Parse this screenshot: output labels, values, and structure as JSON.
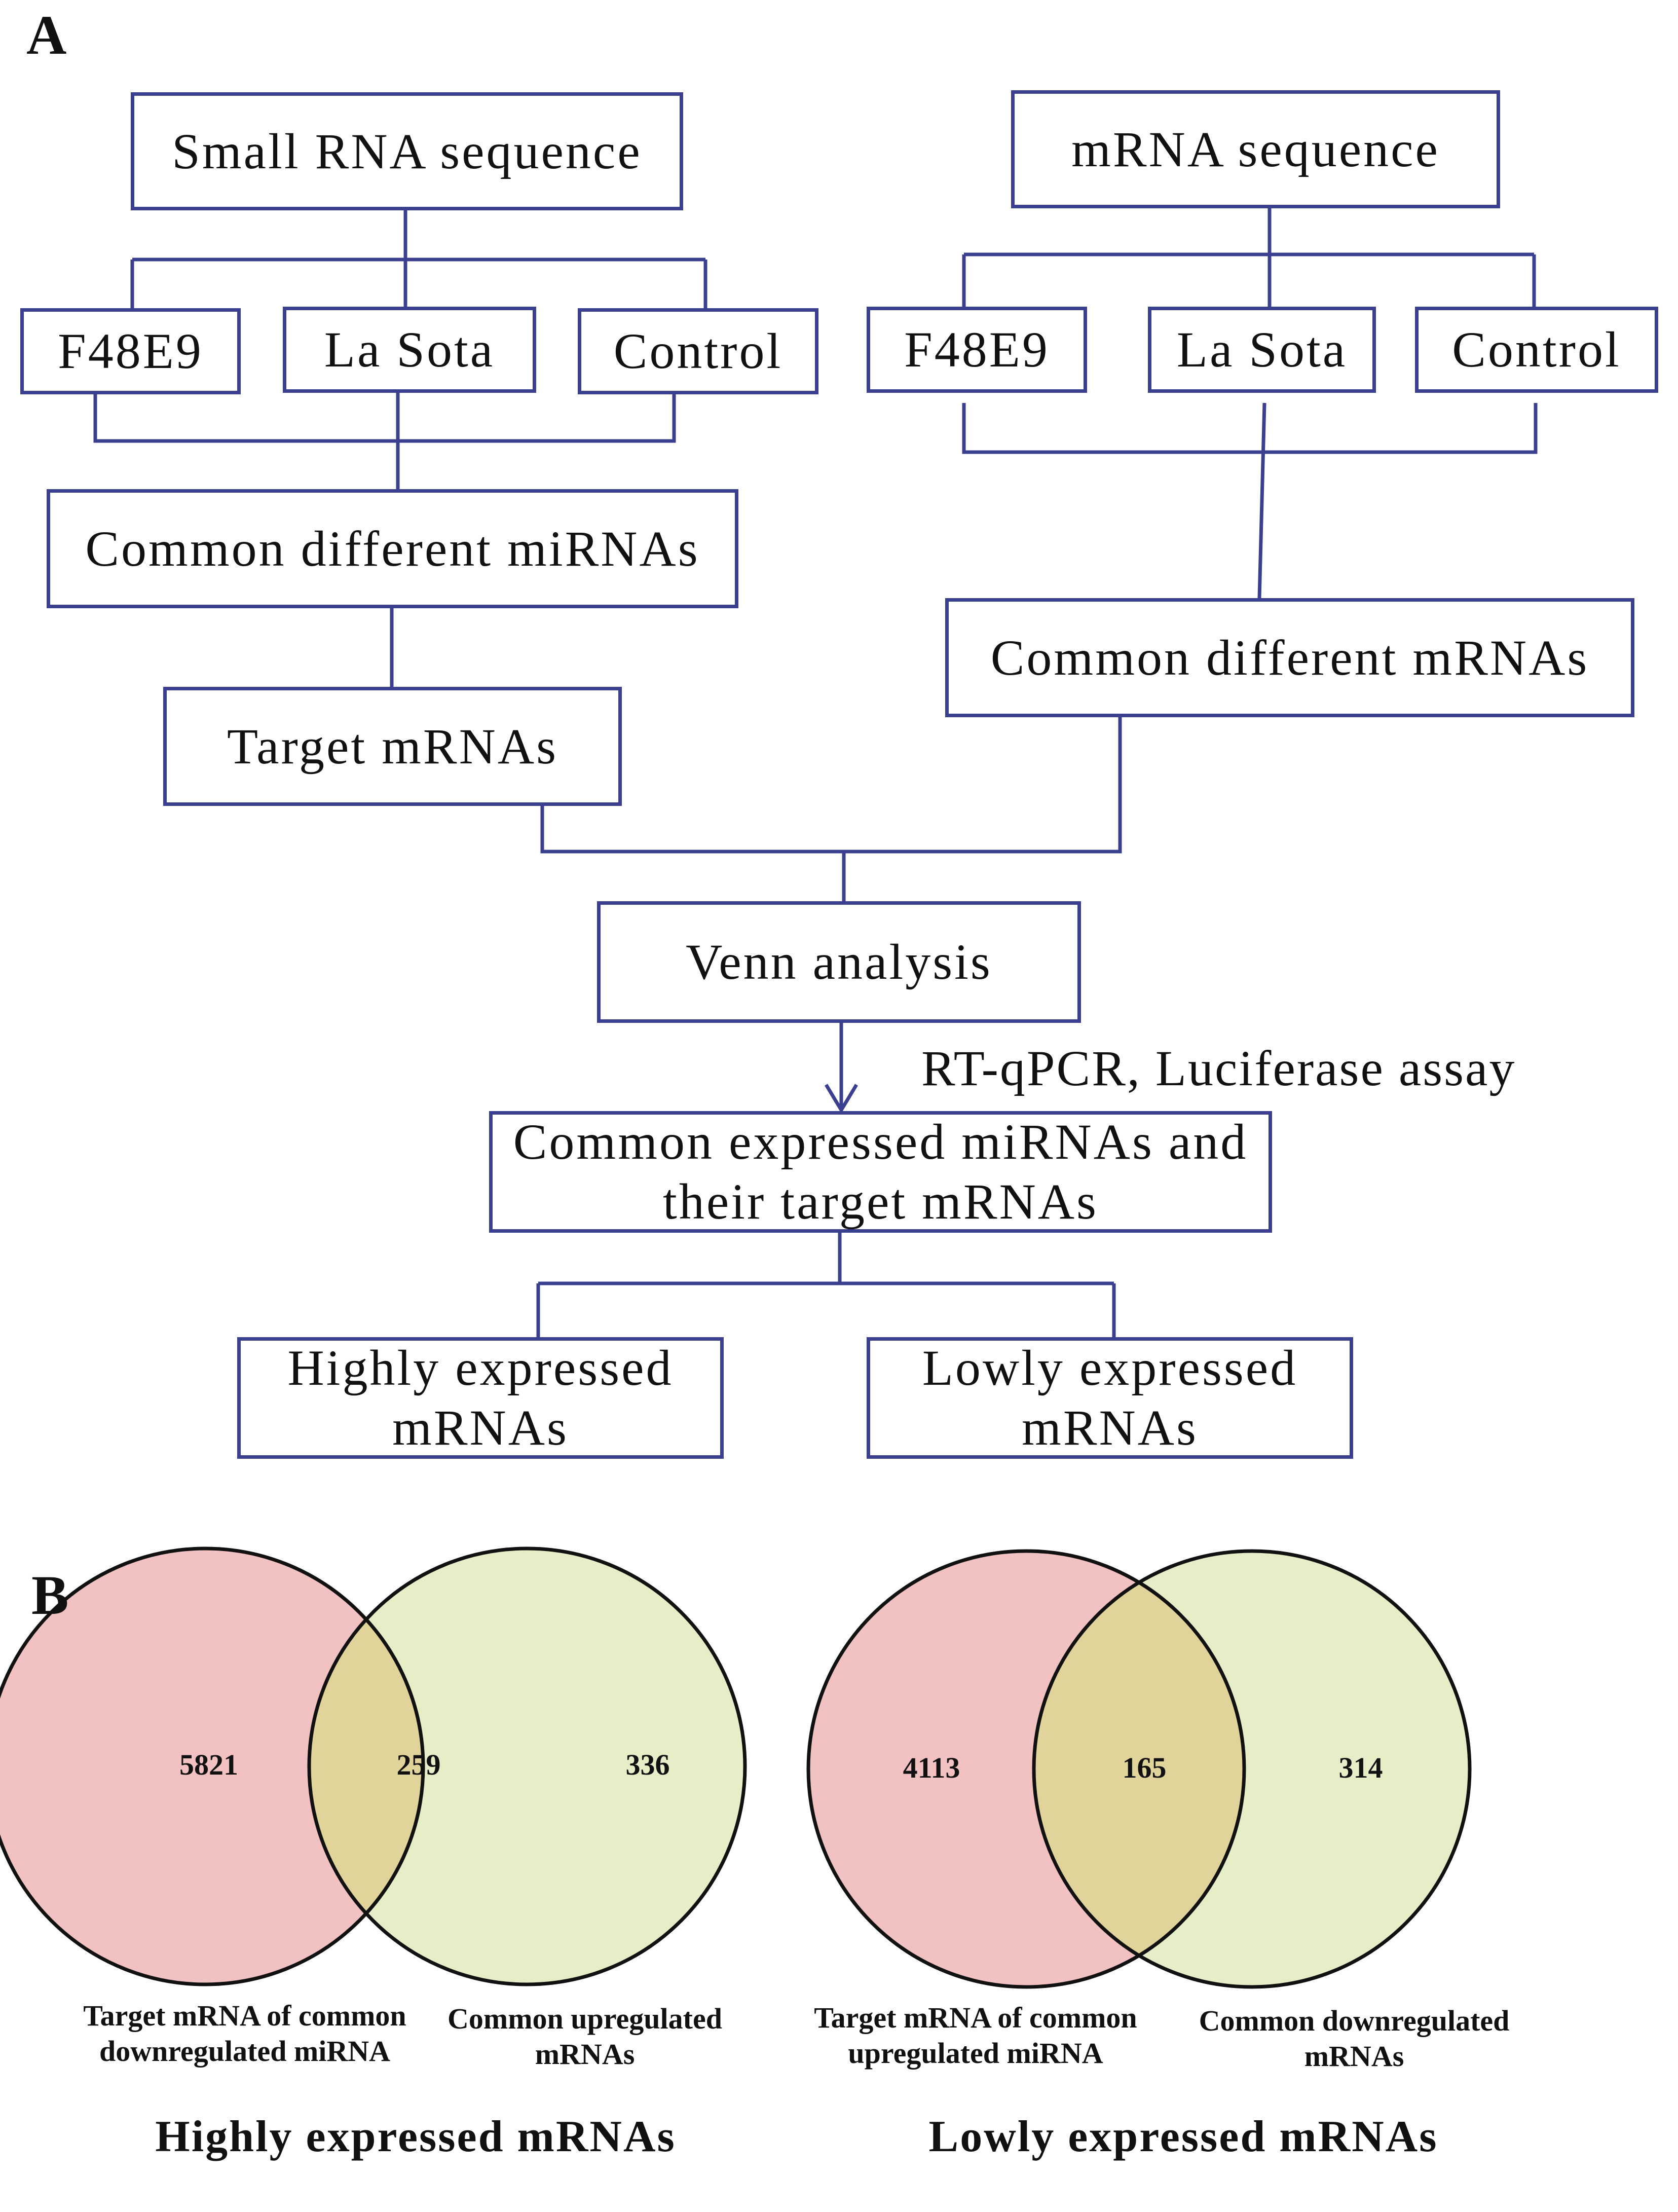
{
  "panels": {
    "a": "A",
    "b": "B"
  },
  "flow": {
    "small_rna": "Small RNA sequence",
    "mrna": "mRNA sequence",
    "left_groups": [
      "F48E9",
      "La Sota",
      "Control"
    ],
    "right_groups": [
      "F48E9",
      "La Sota",
      "Control"
    ],
    "common_mirnas": "Common different miRNAs",
    "common_mrnas": "Common different mRNAs",
    "target_mrnas": "Target mRNAs",
    "venn_analysis": "Venn analysis",
    "validation": "RT-qPCR, Luciferase assay",
    "common_expressed": [
      "Common expressed miRNAs and",
      "their target mRNAs"
    ],
    "highly": [
      "Highly expressed",
      "mRNAs"
    ],
    "lowly": [
      "Lowly expressed",
      "mRNAs"
    ]
  },
  "venn": [
    {
      "left_count": "5821",
      "overlap_count": "259",
      "right_count": "336",
      "left_label": [
        "Target mRNA of common",
        "downregulated miRNA"
      ],
      "right_label": [
        "Common upregulated",
        "mRNAs"
      ],
      "title": "Highly expressed mRNAs"
    },
    {
      "left_count": "4113",
      "overlap_count": "165",
      "right_count": "314",
      "left_label": [
        "Target mRNA of common",
        "upregulated miRNA"
      ],
      "right_label": [
        "Common downregulated",
        "mRNAs"
      ],
      "title": "Lowly expressed mRNAs"
    }
  ],
  "colors": {
    "box_border": "#3b3f8f",
    "connector": "#3b3f8f",
    "left_circle": "#f2c2c2",
    "right_circle": "#e5eec6",
    "overlap": "#e0d49a"
  }
}
